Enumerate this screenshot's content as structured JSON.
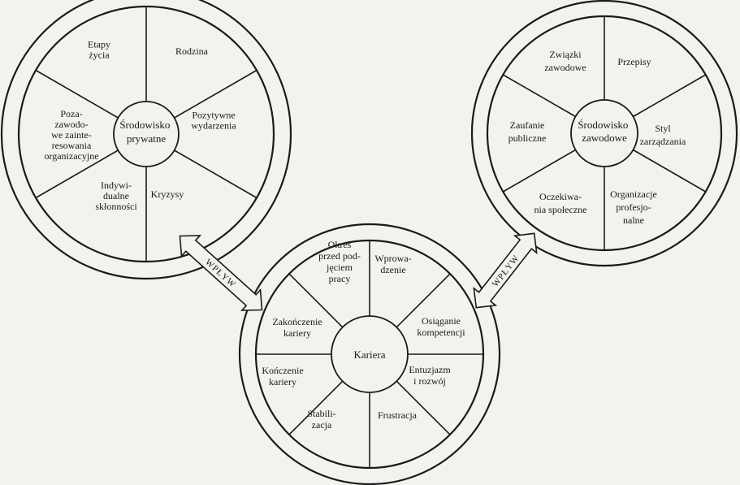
{
  "private": {
    "center": [
      "Środowisko",
      "prywatne"
    ],
    "segments": [
      [
        "Etapy",
        "życia"
      ],
      [
        "Rodzina"
      ],
      [
        "Pozytywne",
        "wydarzenia"
      ],
      [
        "Kryzysy"
      ],
      [
        "Indywi-",
        "dualne",
        "skłonności"
      ],
      [
        "Poza-",
        "zawodo-",
        "we zainte-",
        "resowania",
        "organizacyjne"
      ]
    ]
  },
  "professional": {
    "center": [
      "Środowisko",
      "zawodowe"
    ],
    "segments": [
      [
        "Związki",
        "zawodowe"
      ],
      [
        "Przepisy"
      ],
      [
        "Styl",
        "zarządzania"
      ],
      [
        "Organizacje",
        "profesjo-",
        "nalne"
      ],
      [
        "Oczekiwa-",
        "nia społeczne"
      ],
      [
        "Zaufanie",
        "publiczne"
      ]
    ]
  },
  "career": {
    "center": [
      "Kariera"
    ],
    "segments": [
      [
        "Wprowa-",
        "dzenie"
      ],
      [
        "Osiąganie",
        "kompetencji"
      ],
      [
        "Entuzjazm",
        "i rozwój"
      ],
      [
        "Frustracja"
      ],
      [
        "Stabili-",
        "zacja"
      ],
      [
        "Kończenie",
        "kariery"
      ],
      [
        "Zakończenie",
        "kariery"
      ],
      [
        "Okres",
        "przed pod-",
        "jęciem",
        "pracy"
      ]
    ]
  },
  "arrows": {
    "left_label": "WPŁYW",
    "right_label": "WPŁYW"
  }
}
